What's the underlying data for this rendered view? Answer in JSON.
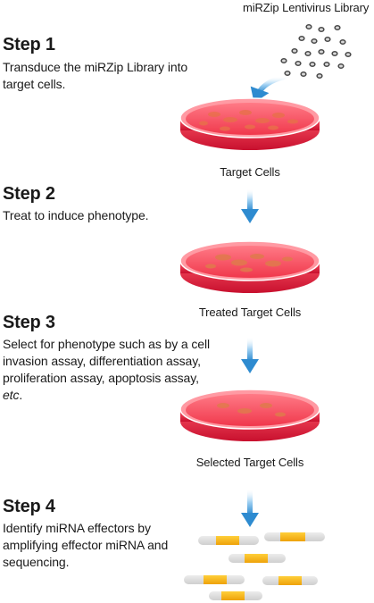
{
  "library_label": "miRZip Lentivirus Library",
  "steps": [
    {
      "title": "Step 1",
      "text": "Transduce the miRZip Library into target cells."
    },
    {
      "title": "Step 2",
      "text": "Treat to induce phenotype."
    },
    {
      "title": "Step 3",
      "text": "Select for phenotype such as by a cell invasion assay, differentiation assay, proliferation assay, apoptosis assay, ",
      "text_italic": "etc",
      "text_end": "."
    },
    {
      "title": "Step 4",
      "text": "Identify miRNA effectors by amplifying effector miRNA and sequencing."
    }
  ],
  "captions": {
    "dish1": "Target Cells",
    "dish2": "Treated Target Cells",
    "dish3": "Selected Target Cells"
  },
  "colors": {
    "dish_red": "#e0243a",
    "arrow_blue": "#2e8bd0",
    "bar_orange": "#f6b51a",
    "bar_gray": "#d9d9d9"
  }
}
